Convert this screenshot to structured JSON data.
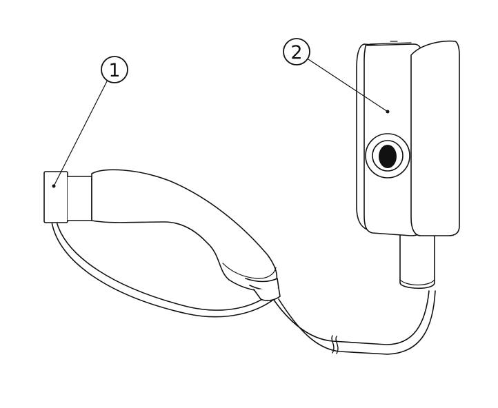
{
  "callouts": [
    {
      "id": "1",
      "label": "1"
    },
    {
      "id": "2",
      "label": "2"
    }
  ],
  "colors": {
    "stroke": "#111111",
    "background": "#ffffff",
    "shade": "#f2f2f2"
  }
}
